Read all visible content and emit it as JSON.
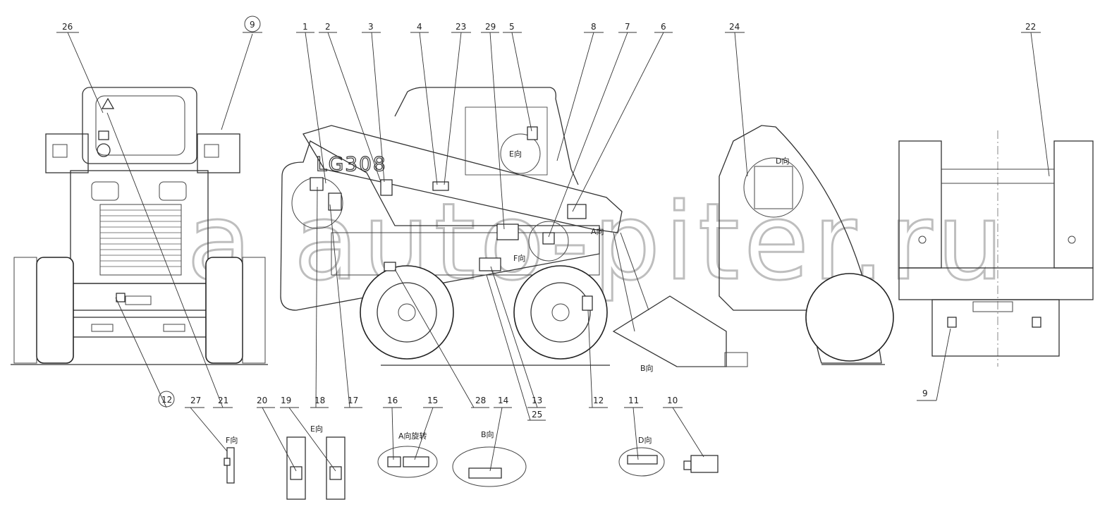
{
  "callouts": [
    {
      "id": "c26",
      "label": "26",
      "circled": false
    },
    {
      "id": "c9a",
      "label": "9",
      "circled": true
    },
    {
      "id": "c1",
      "label": "1",
      "circled": false
    },
    {
      "id": "c2",
      "label": "2",
      "circled": false
    },
    {
      "id": "c3",
      "label": "3",
      "circled": false
    },
    {
      "id": "c4",
      "label": "4",
      "circled": false
    },
    {
      "id": "c23",
      "label": "23",
      "circled": false
    },
    {
      "id": "c29",
      "label": "29",
      "circled": false
    },
    {
      "id": "c5",
      "label": "5",
      "circled": false
    },
    {
      "id": "c8",
      "label": "8",
      "circled": false
    },
    {
      "id": "c7",
      "label": "7",
      "circled": false
    },
    {
      "id": "c6",
      "label": "6",
      "circled": false
    },
    {
      "id": "c24",
      "label": "24",
      "circled": false
    },
    {
      "id": "c22",
      "label": "22",
      "circled": false
    },
    {
      "id": "c12a",
      "label": "12",
      "circled": true
    },
    {
      "id": "c21",
      "label": "21",
      "circled": false
    },
    {
      "id": "c18",
      "label": "18",
      "circled": false
    },
    {
      "id": "c17",
      "label": "17",
      "circled": false
    },
    {
      "id": "c28",
      "label": "28",
      "circled": false
    },
    {
      "id": "c13",
      "label": "13",
      "circled": false
    },
    {
      "id": "c25",
      "label": "25",
      "circled": false
    },
    {
      "id": "c12b",
      "label": "12",
      "circled": false
    },
    {
      "id": "c9b",
      "label": "9",
      "circled": false
    },
    {
      "id": "c27",
      "label": "27",
      "circled": false
    },
    {
      "id": "c20",
      "label": "20",
      "circled": false
    },
    {
      "id": "c19",
      "label": "19",
      "circled": false
    },
    {
      "id": "c16",
      "label": "16",
      "circled": false
    },
    {
      "id": "c15",
      "label": "15",
      "circled": false
    },
    {
      "id": "c14",
      "label": "14",
      "circled": false
    },
    {
      "id": "c11",
      "label": "11",
      "circled": false
    },
    {
      "id": "c10",
      "label": "10",
      "circled": false
    }
  ],
  "view_labels": {
    "e_view_on_cab": "E向",
    "d_view_on_boom": "D向",
    "a_view_on_loader": "A向",
    "f_view_on_loader": "F向",
    "b_view_bottom": "B向",
    "f_view_detail": "F向",
    "e_view_detail": "E向",
    "a_view_detail": "A向旋转",
    "b_view_detail": "B向",
    "d_view_detail": "D向"
  },
  "model_marking": "LG308",
  "watermark": "a  auto-piter.ru",
  "icons": {
    "warning": "warning-triangle-icon",
    "decal": "safety-decal-icon",
    "arrow": "view-direction-arrow-icon"
  }
}
